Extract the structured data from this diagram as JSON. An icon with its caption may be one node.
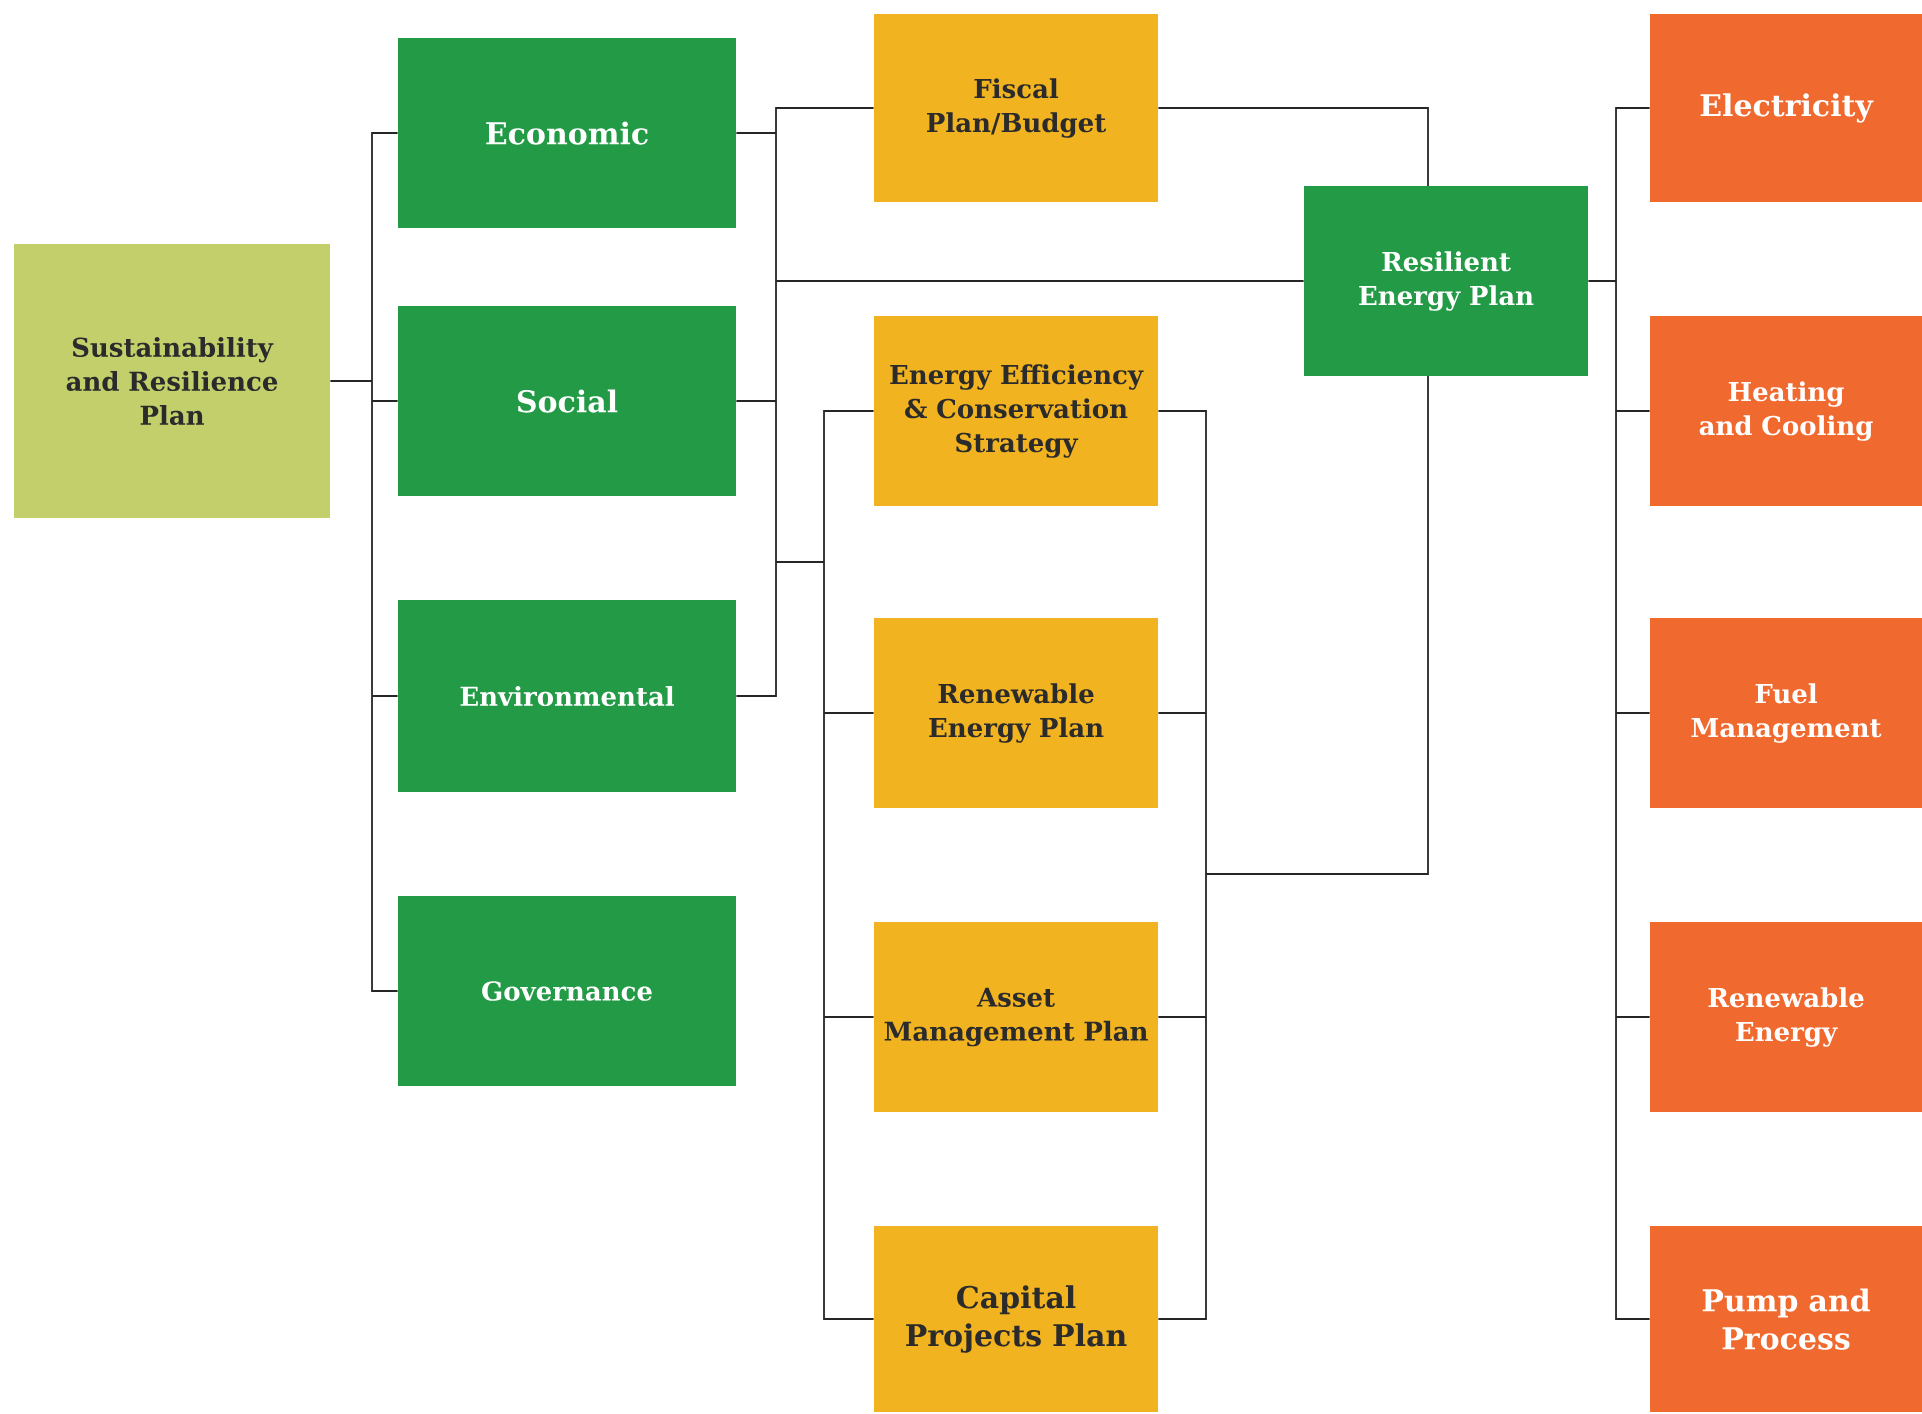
{
  "diagram": {
    "nodes": [
      {
        "text": [
          "Sustainability and Resilience Plan"
        ]
      },
      {
        "text": [
          "Economic"
        ]
      },
      {
        "text": [
          "Social"
        ]
      },
      {
        "text": [
          "Environmental"
        ]
      },
      {
        "text": [
          "Governance"
        ]
      },
      {
        "text": [
          "Fiscal Plan/Budget"
        ]
      },
      {
        "text": [
          "Energy Efficiency & Conservation Strategy"
        ]
      },
      {
        "text": [
          "Renewable Energy Plan"
        ]
      },
      {
        "text": [
          "Asset Management Plan"
        ]
      },
      {
        "text": [
          "Capital Projects Plan"
        ]
      },
      {
        "text": [
          "Resilient Energy Plan"
        ]
      },
      {
        "text": [
          "Electricity"
        ]
      },
      {
        "text": [
          "Heating and Cooling"
        ]
      },
      {
        "text": [
          "Fuel Management"
        ]
      },
      {
        "text": [
          "Renewable Energy"
        ]
      },
      {
        "text": [
          "Pump and Process"
        ]
      }
    ],
    "edges": [
      {
        "from": 0,
        "to": 1,
        "arrow": "none"
      },
      {
        "from": 0,
        "to": 2,
        "arrow": "none"
      },
      {
        "from": 0,
        "to": 3,
        "arrow": "none"
      },
      {
        "from": 0,
        "to": 4,
        "arrow": "none"
      },
      {
        "from": 1,
        "to": 5,
        "arrow": "none"
      },
      {
        "from": 2,
        "to": 5,
        "arrow": "none"
      },
      {
        "from": 3,
        "to": 5,
        "arrow": "none"
      },
      {
        "from": 1,
        "to": 10,
        "arrow": "none"
      },
      {
        "from": 2,
        "to": 10,
        "arrow": "none"
      },
      {
        "from": 3,
        "to": 10,
        "arrow": "none"
      },
      {
        "from": 1,
        "to": 6,
        "arrow": "none"
      },
      {
        "from": 1,
        "to": 7,
        "arrow": "none"
      },
      {
        "from": 1,
        "to": 8,
        "arrow": "none"
      },
      {
        "from": 1,
        "to": 9,
        "arrow": "none"
      },
      {
        "from": 2,
        "to": 6,
        "arrow": "none"
      },
      {
        "from": 2,
        "to": 7,
        "arrow": "none"
      },
      {
        "from": 2,
        "to": 8,
        "arrow": "none"
      },
      {
        "from": 2,
        "to": 9,
        "arrow": "none"
      },
      {
        "from": 3,
        "to": 6,
        "arrow": "none"
      },
      {
        "from": 3,
        "to": 7,
        "arrow": "none"
      },
      {
        "from": 3,
        "to": 8,
        "arrow": "none"
      },
      {
        "from": 3,
        "to": 9,
        "arrow": "none"
      },
      {
        "from": 5,
        "to": 10,
        "arrow": "none"
      },
      {
        "from": 6,
        "to": 10,
        "arrow": "none"
      },
      {
        "from": 7,
        "to": 10,
        "arrow": "none"
      },
      {
        "from": 8,
        "to": 10,
        "arrow": "none"
      },
      {
        "from": 9,
        "to": 10,
        "arrow": "none"
      },
      {
        "from": 10,
        "to": 11,
        "arrow": "none"
      },
      {
        "from": 10,
        "to": 12,
        "arrow": "none"
      },
      {
        "from": 10,
        "to": 13,
        "arrow": "none"
      },
      {
        "from": 10,
        "to": 14,
        "arrow": "none"
      },
      {
        "from": 10,
        "to": 15,
        "arrow": "none"
      }
    ]
  }
}
